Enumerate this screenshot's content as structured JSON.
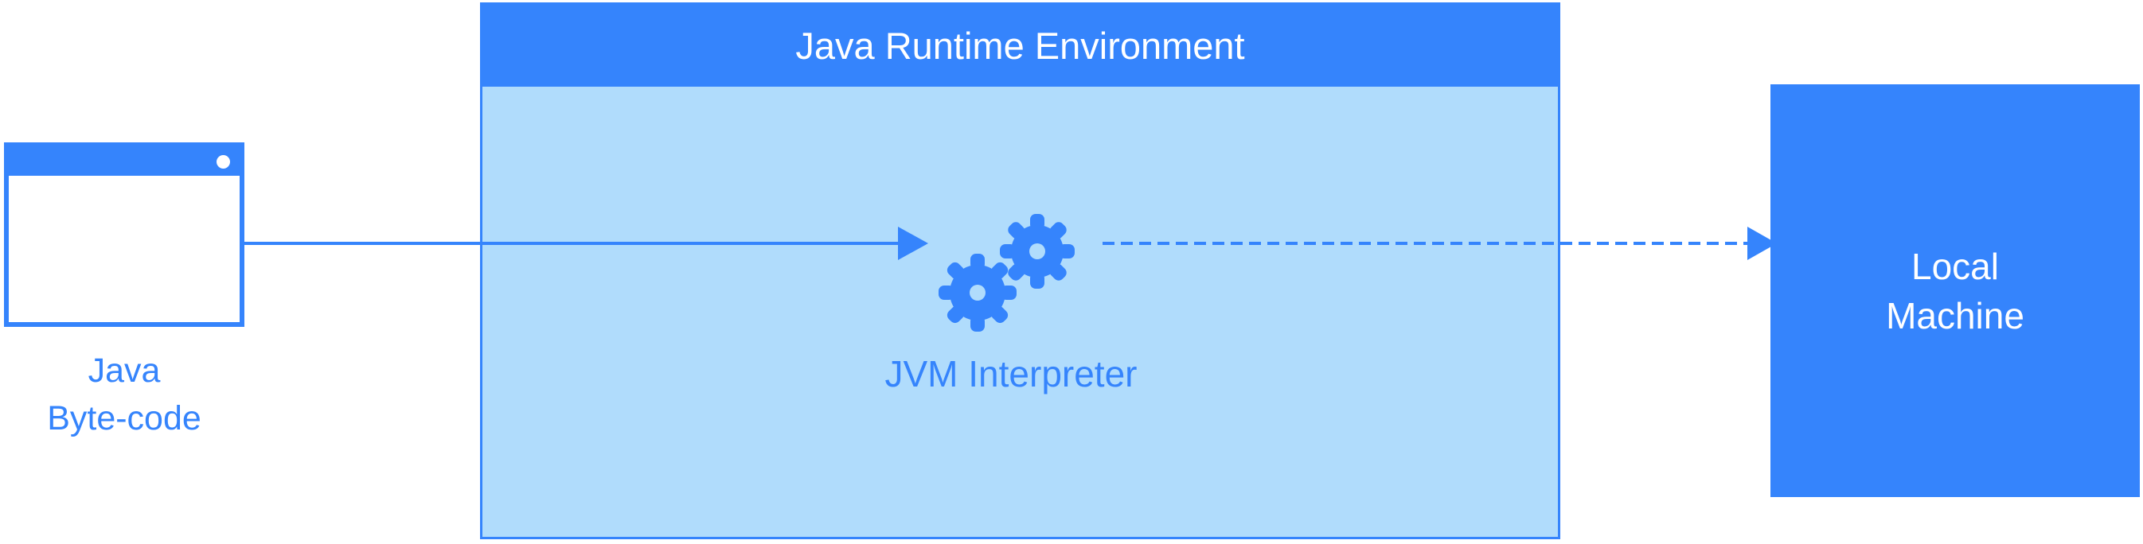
{
  "bytecode": {
    "label_line1": "Java",
    "label_line2": "Byte-code"
  },
  "jre": {
    "title": "Java Runtime Environment"
  },
  "jvm": {
    "label": "JVM Interpreter",
    "icon": "gears-icon"
  },
  "local_machine": {
    "label_line1": "Local",
    "label_line2": "Machine"
  },
  "colors": {
    "accent": "#3584fc",
    "container_fill": "#b0dcfc",
    "background": "#ffffff"
  }
}
